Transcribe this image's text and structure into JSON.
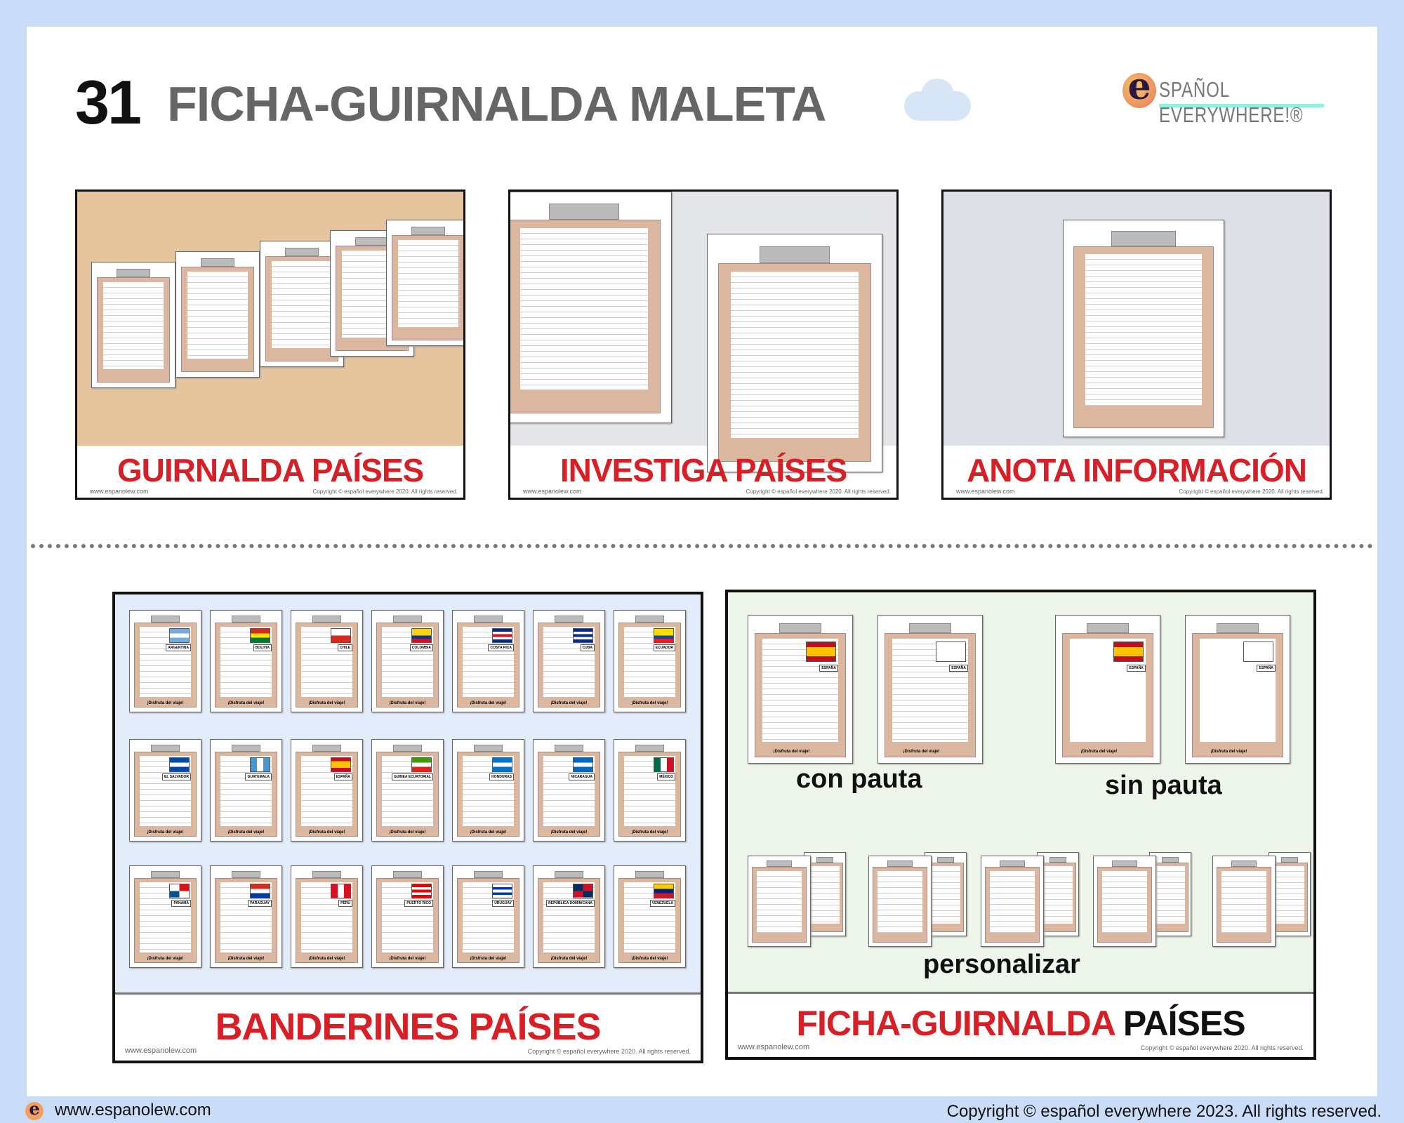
{
  "header": {
    "number": "31",
    "title": "FICHA-GUIRNALDA MALETA",
    "logo_text": "SPAÑOL EVERYWHERE!®"
  },
  "photos": [
    {
      "caption": "GUIRNALDA PAÍSES",
      "url": "www.espanolew.com",
      "copyright": "Copyright © español everywhere 2020. All rights reserved.",
      "bg": "#e6c49e"
    },
    {
      "caption": "INVESTIGA PAÍSES",
      "url": "www.espanolew.com",
      "copyright": "Copyright © español everywhere 2020. All rights reserved.",
      "bg": "#e4e6ea"
    },
    {
      "caption": "ANOTA INFORMACIÓN",
      "url": "www.espanolew.com",
      "copyright": "Copyright © español everywhere 2020. All rights reserved.",
      "bg": "#dde0e6"
    }
  ],
  "banderines": {
    "caption": "BANDERINES PAÍSES",
    "url": "www.espanolew.com",
    "copyright": "Copyright © español everywhere 2020. All rights reserved.",
    "footer_label": "¡Disfruta del viaje!",
    "countries": [
      {
        "name": "ARGENTINA",
        "colors": [
          "#75aadb",
          "#fff",
          "#75aadb"
        ]
      },
      {
        "name": "BOLIVIA",
        "colors": [
          "#d52b1e",
          "#f9e300",
          "#007934"
        ]
      },
      {
        "name": "CHILE",
        "colors": [
          "#fff",
          "#d52b1e"
        ]
      },
      {
        "name": "COLOMBIA",
        "colors": [
          "#fcd116",
          "#fcd116",
          "#003893",
          "#ce1126"
        ]
      },
      {
        "name": "COSTA RICA",
        "colors": [
          "#002b7f",
          "#fff",
          "#ce1126",
          "#fff",
          "#002b7f"
        ]
      },
      {
        "name": "CUBA",
        "colors": [
          "#002a8f",
          "#fff",
          "#002a8f",
          "#fff",
          "#002a8f"
        ]
      },
      {
        "name": "ECUADOR",
        "colors": [
          "#ffdd00",
          "#ffdd00",
          "#034ea2",
          "#ed1c24"
        ]
      },
      {
        "name": "EL SALVADOR",
        "colors": [
          "#0047ab",
          "#fff",
          "#0047ab"
        ]
      },
      {
        "name": "GUATEMALA",
        "colors": [
          "#4997d0",
          "#fff",
          "#4997d0"
        ],
        "vertical": true
      },
      {
        "name": "ESPAÑA",
        "colors": [
          "#c60b1e",
          "#ffc400",
          "#ffc400",
          "#c60b1e"
        ]
      },
      {
        "name": "GUINEA ECUATORIAL",
        "colors": [
          "#3e9a00",
          "#fff",
          "#e32118"
        ]
      },
      {
        "name": "HONDURAS",
        "colors": [
          "#0073cf",
          "#fff",
          "#0073cf"
        ]
      },
      {
        "name": "NICARAGUA",
        "colors": [
          "#0067c6",
          "#fff",
          "#0067c6"
        ]
      },
      {
        "name": "MÉXICO",
        "colors": [
          "#006847",
          "#fff",
          "#ce1126"
        ],
        "vertical": true
      },
      {
        "name": "PANAMÁ",
        "colors": [
          "#fff",
          "#da121a",
          "#005293",
          "#fff"
        ],
        "quad": true
      },
      {
        "name": "PARAGUAY",
        "colors": [
          "#d52b1e",
          "#fff",
          "#0038a8"
        ]
      },
      {
        "name": "PERÚ",
        "colors": [
          "#d91023",
          "#fff",
          "#d91023"
        ],
        "vertical": true
      },
      {
        "name": "PUERTO RICO",
        "colors": [
          "#ed0000",
          "#fff",
          "#ed0000",
          "#fff",
          "#ed0000"
        ]
      },
      {
        "name": "URUGUAY",
        "colors": [
          "#fff",
          "#0038a8",
          "#fff",
          "#0038a8",
          "#fff"
        ]
      },
      {
        "name": "REPÚBLICA DOMINICANA",
        "colors": [
          "#002d62",
          "#ce1126",
          "#ce1126",
          "#002d62"
        ],
        "quad": true
      },
      {
        "name": "VENEZUELA",
        "colors": [
          "#ffcc00",
          "#00247d",
          "#cf142b"
        ]
      }
    ]
  },
  "ficha": {
    "caption_red": "FICHA-GUIRNALDA",
    "caption_black": "PAÍSES",
    "label_con": "con pauta",
    "label_sin": "sin pauta",
    "label_personalizar": "personalizar",
    "country": "ESPAÑA",
    "footer_label": "¡Disfruta del viaje!",
    "url": "www.espanolew.com",
    "copyright": "Copyright © español everywhere 2020. All rights reserved."
  },
  "footer": {
    "url": "www.espanolew.com",
    "copyright": "Copyright © español everywhere 2023. All rights reserved."
  },
  "colors": {
    "red": "#d81f26",
    "background": "#c9ddf8",
    "panel_blue": "#e2ecfa",
    "panel_green": "#eef6ec"
  }
}
